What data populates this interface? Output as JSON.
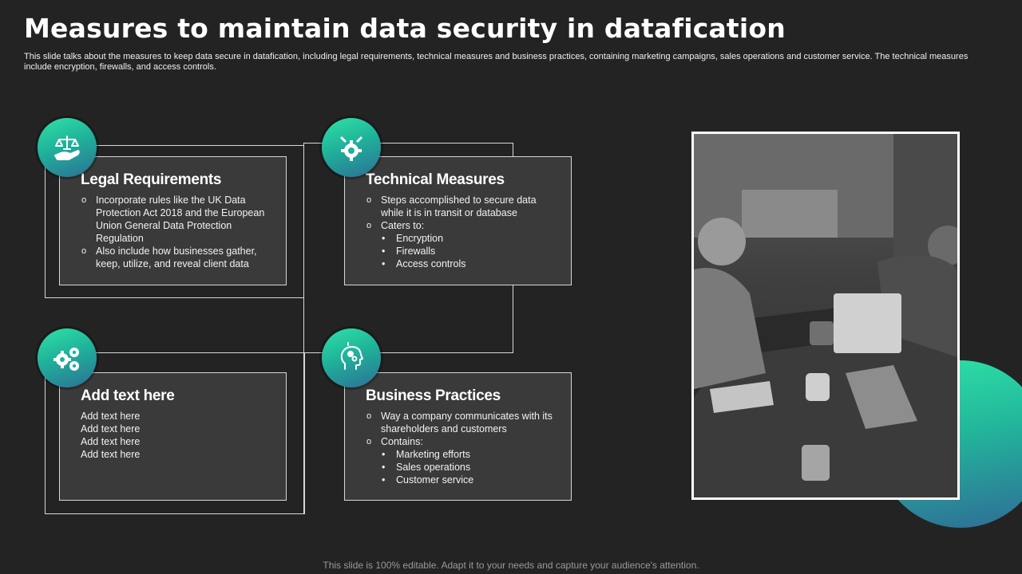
{
  "title": "Measures to maintain data security in datafication",
  "subtitle": "This slide talks about the measures to keep data secure in datafication, including legal requirements, technical measures and business practices, containing marketing campaigns, sales operations and customer service.  The technical measures include encryption, firewalls, and access controls.",
  "cards": {
    "legal": {
      "icon": "scales-hand-icon",
      "heading": "Legal Requirements",
      "points": [
        "Incorporate  rules like the UK Data Protection Act 2018 and the European Union General Data Protection Regulation",
        "Also include how businesses gather, keep, utilize, and reveal  client data"
      ]
    },
    "technical": {
      "icon": "gear-tools-icon",
      "heading": "Technical Measures",
      "points": [
        "Steps accomplished to secure data while it is in transit or database",
        "Caters to:"
      ],
      "subpoints": [
        "Encryption",
        "Firewalls",
        "Access controls"
      ]
    },
    "custom": {
      "icon": "gears-icon",
      "heading": "Add text here",
      "lines": [
        "Add text here",
        "Add text here",
        "Add text here",
        "Add text here"
      ]
    },
    "business": {
      "icon": "head-gears-icon",
      "heading": "Business Practices",
      "points": [
        "Way a company communicates with its shareholders  and customers",
        "Contains:"
      ],
      "subpoints": [
        "Marketing efforts",
        "Sales operations",
        "Customer service"
      ]
    }
  },
  "colors": {
    "background": "#232323",
    "card": "#3a3a3a",
    "accent_start": "#2fe2a7",
    "accent_end": "#2c6f95"
  },
  "footer": "This slide is 100% editable. Adapt it to your needs and capture your audience's attention."
}
